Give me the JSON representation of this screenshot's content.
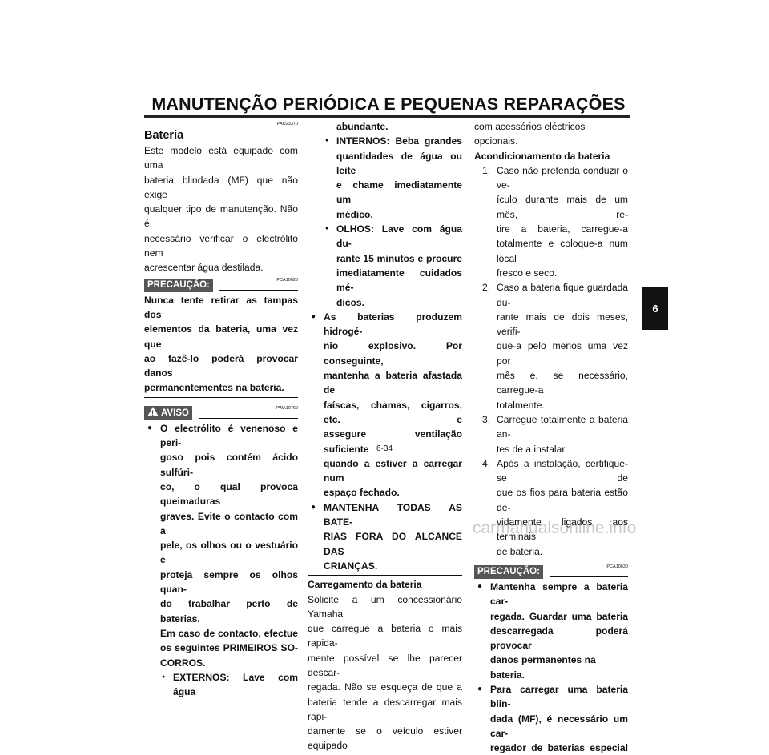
{
  "header": {
    "title": "MANUTENÇÃO PERIÓDICA E PEQUENAS REPARAÇÕES"
  },
  "chapter_tab": "6",
  "page_number": "6-34",
  "watermark": "carmanualsonline.info",
  "col1": {
    "code1": "PAU23370",
    "title": "Bateria",
    "intro": [
      "Este modelo está equipado com uma",
      "bateria blindada (MF) que não exige",
      "qualquer tipo de manutenção. Não é",
      "necessário verificar o electrólito nem",
      "acrescentar água destilada."
    ],
    "caution_label": "PRECAUÇÃO:",
    "code2": "PCA10620",
    "caution_text": [
      "Nunca tente retirar as tampas dos",
      "elementos da bateria, uma vez que",
      "ao fazê-lo poderá provocar danos",
      "permanentementes na bateria."
    ],
    "warning_label": "AVISO",
    "code3": "PWA10760",
    "warning_bullet": [
      "O electrólito é venenoso e peri-",
      "goso pois contém ácido sulfúri-",
      "co, o qual provoca queimaduras",
      "graves. Evite o contacto com a",
      "pele, os olhos ou o vestuário e",
      "proteja sempre os olhos quan-",
      "do trabalhar perto de baterias.",
      "Em caso de contacto, efectue",
      "os seguintes PRIMEIROS SO-",
      "CORROS."
    ],
    "sub_external": "EXTERNOS: Lave com água"
  },
  "col2": {
    "cont_abundante": "abundante.",
    "sub_internal": [
      "INTERNOS: Beba grandes",
      "quantidades de água ou leite",
      "e chame imediatamente um",
      "médico."
    ],
    "sub_eyes": [
      "OLHOS: Lave com água du-",
      "rante 15 minutos e procure",
      "imediatamente cuidados mé-",
      "dicos."
    ],
    "bullet_gas": [
      "As baterias produzem hidrogé-",
      "nio explosivo. Por conseguinte,",
      "mantenha a bateria afastada de",
      "faíscas, chamas, cigarros, etc. e",
      "assegure ventilação suficiente",
      "quando a estiver a carregar num",
      "espaço fechado."
    ],
    "bullet_children": [
      "MANTENHA TODAS AS BATE-",
      "RIAS FORA DO ALCANCE DAS",
      "CRIANÇAS."
    ],
    "charging_heading": "Carregamento da bateria",
    "charging_text": [
      "Solicite a um concessionário Yamaha",
      "que carregue a bateria o mais rapida-",
      "mente possível se lhe parecer descar-",
      "regada. Não se esqueça de que a",
      "bateria tende a descarregar mais rapi-",
      "damente se o veículo estiver equipado"
    ]
  },
  "col3": {
    "cont_line": "com acessórios eléctricos opcionais.",
    "storage_heading": "Acondicionamento da bateria",
    "steps": [
      {
        "n": "1.",
        "lines": [
          "Caso não pretenda conduzir o ve-",
          "ículo durante mais de um mês, re-",
          "tire a bateria, carregue-a",
          "totalmente e coloque-a num local",
          "fresco e seco."
        ]
      },
      {
        "n": "2.",
        "lines": [
          "Caso a bateria fique guardada du-",
          "rante mais de dois meses, verifi-",
          "que-a pelo menos uma vez por",
          "mês e, se necessário, carregue-a",
          "totalmente."
        ]
      },
      {
        "n": "3.",
        "lines": [
          "Carregue totalmente a bateria an-",
          "tes de a instalar."
        ]
      },
      {
        "n": "4.",
        "lines": [
          "Após a instalação, certifique-se de",
          "que os fios para bateria estão de-",
          "vidamente ligados aos terminais",
          "de bateria."
        ]
      }
    ],
    "caution_label": "PRECAUÇÃO:",
    "code": "PCA10630",
    "bullet_keep": [
      "Mantenha sempre a bateria car-",
      "regada. Guardar uma bateria",
      "descarregada poderá provocar",
      "danos permanentes na bateria."
    ],
    "bullet_charge": [
      "Para carregar uma bateria blin-",
      "dada (MF), é necessário um car-",
      "regador de baterias especial"
    ]
  }
}
